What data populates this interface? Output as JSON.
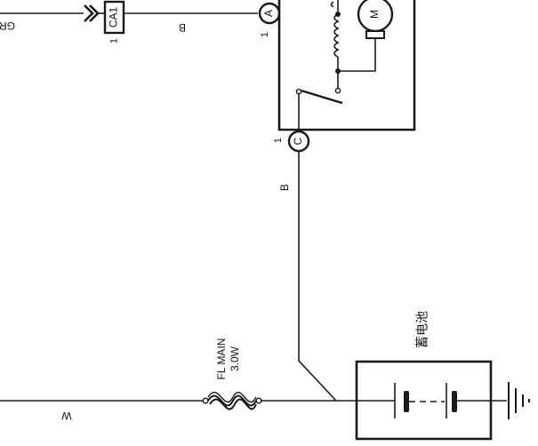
{
  "wire_labels": {
    "gr": "GR",
    "b_top": "B",
    "b_mid": "B",
    "w": "W"
  },
  "connectors": {
    "ca1_name": "CA1",
    "ca1_pin": "1",
    "a_name": "A",
    "a_pin": "1",
    "c_name": "C",
    "c_pin": "1"
  },
  "motor": {
    "symbol": "M"
  },
  "fuse": {
    "name": "FL MAIN",
    "rating": "3.0W"
  },
  "battery": {
    "label": "蓄电池"
  },
  "colors": {
    "line": "#1a1a1a",
    "background": "#ffffff"
  }
}
